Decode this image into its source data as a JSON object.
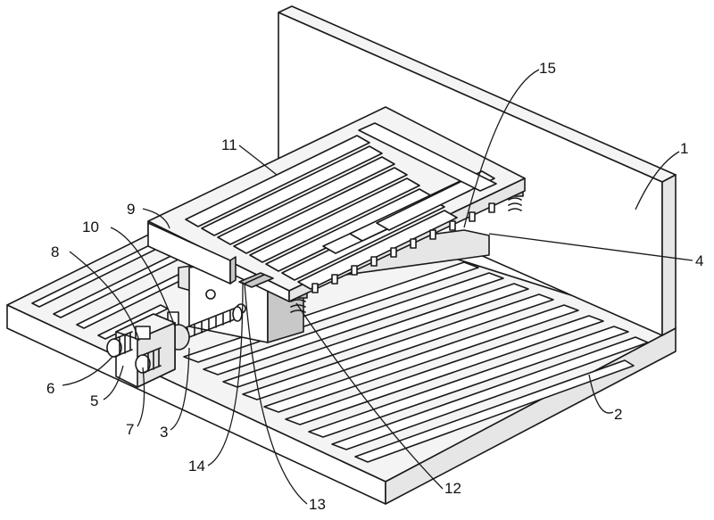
{
  "figure": {
    "labels": [
      {
        "id": "1",
        "text": "1"
      },
      {
        "id": "2",
        "text": "2"
      },
      {
        "id": "3",
        "text": "3"
      },
      {
        "id": "4",
        "text": "4"
      },
      {
        "id": "5",
        "text": "5"
      },
      {
        "id": "6",
        "text": "6"
      },
      {
        "id": "7",
        "text": "7"
      },
      {
        "id": "8",
        "text": "8"
      },
      {
        "id": "9",
        "text": "9"
      },
      {
        "id": "10",
        "text": "10"
      },
      {
        "id": "11",
        "text": "11"
      },
      {
        "id": "12",
        "text": "12"
      },
      {
        "id": "13",
        "text": "13"
      },
      {
        "id": "14",
        "text": "14"
      },
      {
        "id": "15",
        "text": "15"
      }
    ]
  }
}
